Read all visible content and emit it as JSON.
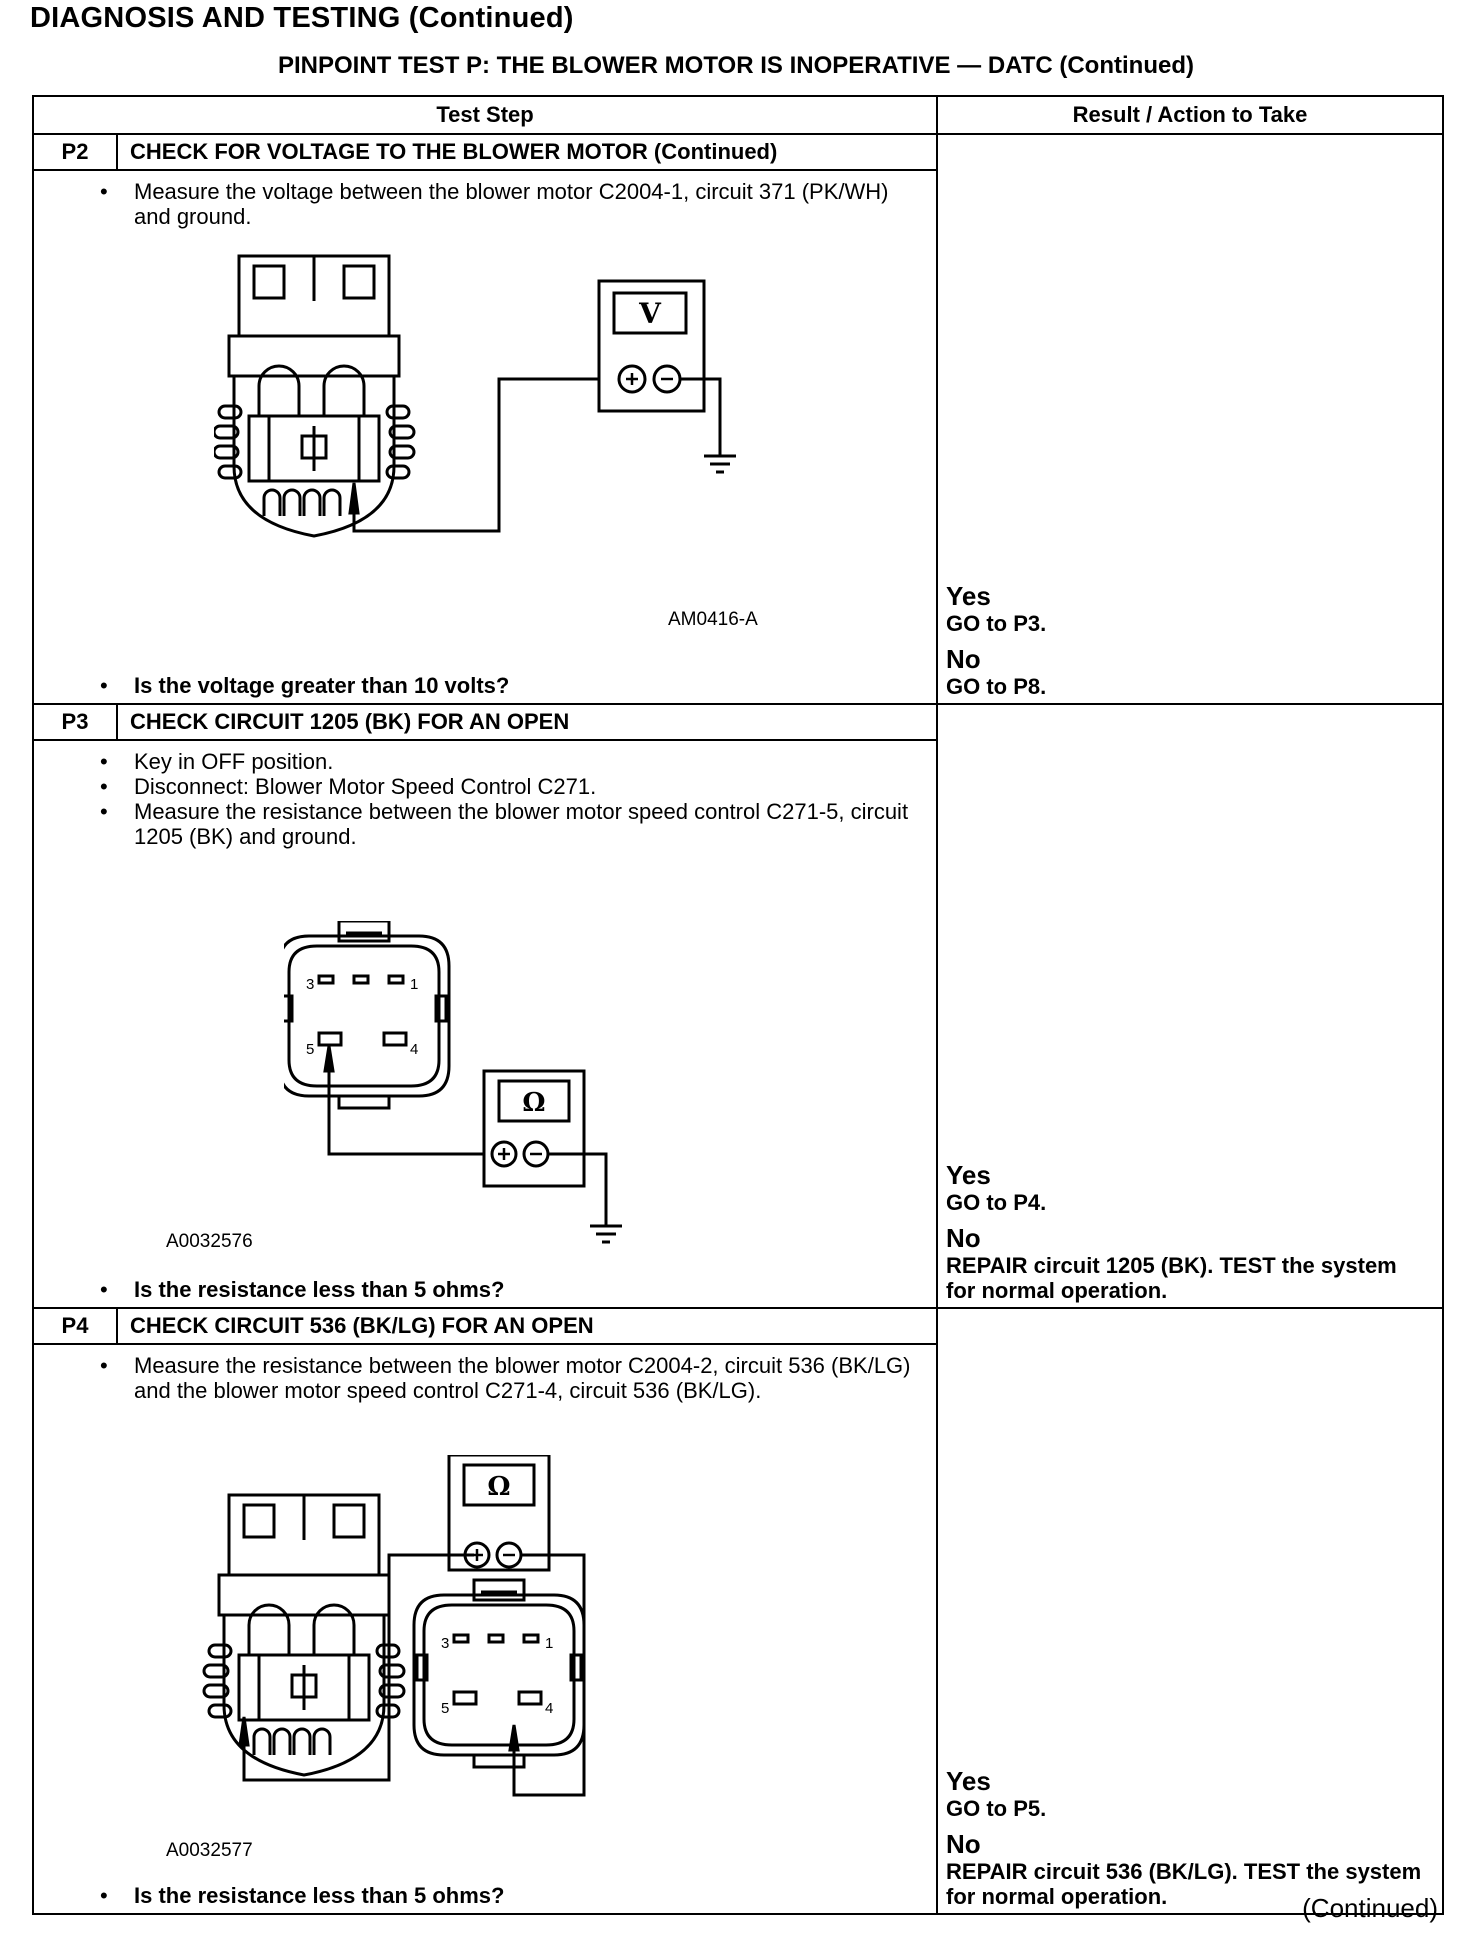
{
  "header": {
    "title": "DIAGNOSIS AND TESTING (Continued)",
    "subtitle": "PINPOINT TEST P: THE BLOWER MOTOR IS INOPERATIVE — DATC (Continued)"
  },
  "table": {
    "col_test_step": "Test Step",
    "col_result": "Result / Action to Take"
  },
  "steps": [
    {
      "num": "P2",
      "title": "CHECK FOR VOLTAGE TO THE BLOWER MOTOR (Continued)",
      "bullets": [
        "Measure the voltage between the blower motor C2004-1, circuit 371 (PK/WH) and ground."
      ],
      "figure_id": "AM0416-A",
      "meter_symbol": "V",
      "question": "Is the voltage greater than 10 volts?",
      "yes_label": "Yes",
      "yes_text": "GO to ",
      "yes_target": "P3",
      "no_label": "No",
      "no_text": "GO to ",
      "no_target": "P8"
    },
    {
      "num": "P3",
      "title": "CHECK CIRCUIT 1205 (BK) FOR AN OPEN",
      "bullets": [
        "Key in OFF position.",
        "Disconnect: Blower Motor Speed Control C271.",
        "Measure the resistance between the blower motor speed control C271-5, circuit 1205 (BK) and ground."
      ],
      "figure_id": "A0032576",
      "meter_symbol": "Ω",
      "pins": [
        "3",
        "1",
        "5",
        "4"
      ],
      "question": "Is the resistance less than 5 ohms?",
      "yes_label": "Yes",
      "yes_text": "GO to ",
      "yes_target": "P4",
      "no_label": "No",
      "no_text": "REPAIR circuit 1205 (BK). TEST the system for normal operation."
    },
    {
      "num": "P4",
      "title": "CHECK CIRCUIT 536 (BK/LG) FOR AN OPEN",
      "bullets": [
        "Measure the resistance between the blower motor C2004-2, circuit 536 (BK/LG) and the blower motor speed control C271-4, circuit 536 (BK/LG)."
      ],
      "figure_id": "A0032577",
      "meter_symbol": "Ω",
      "pins": [
        "3",
        "1",
        "5",
        "4"
      ],
      "question": "Is the resistance less than 5 ohms?",
      "yes_label": "Yes",
      "yes_text": "GO to ",
      "yes_target": "P5",
      "no_label": "No",
      "no_text": "REPAIR circuit 536 (BK/LG). TEST the system for normal operation."
    }
  ],
  "footer": {
    "continued": "(Continued)"
  }
}
